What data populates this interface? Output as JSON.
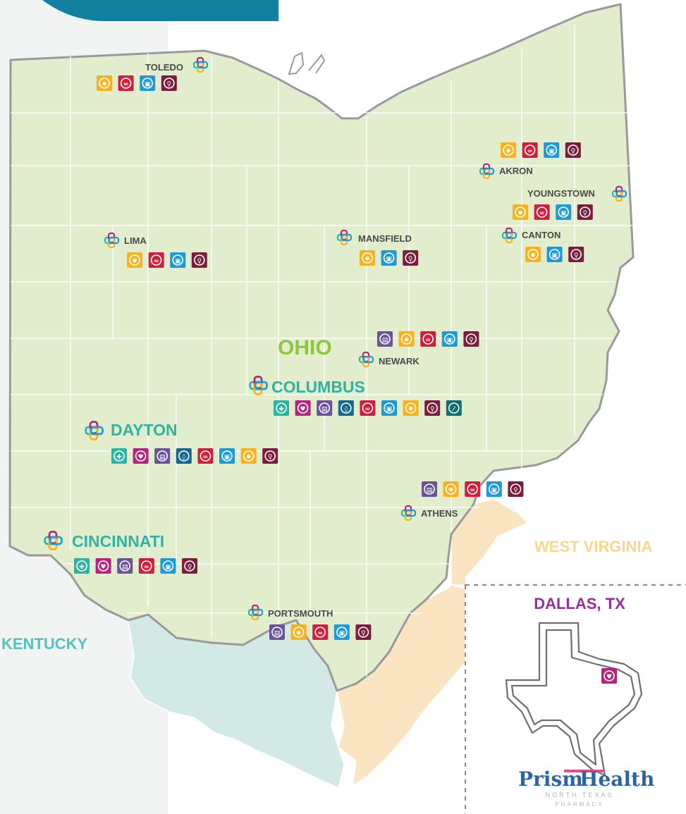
{
  "colors": {
    "ohio_fill": "#e2edcd",
    "ohio_border": "#9a9a9a",
    "county_line": "#ffffff",
    "kentucky_fill": "#d3e9e6",
    "wv_fill": "#fae4c2",
    "left_band": "#f1f4f3",
    "top_banner": "#11809e",
    "ohio_label": "#8dc63f",
    "kentucky_label": "#56c2bd",
    "wv_label": "#fcd58f",
    "dallas_label": "#9c2aa0",
    "city_major": "#2fb3a3",
    "city_minor": "#4a4a4a"
  },
  "service_colors": {
    "primary_care": "#2cb5a0",
    "dental_heart": "#b5247e",
    "behavioral": "#6a5497",
    "dental": "#17678f",
    "hiv_ribbon": "#d01f3c",
    "records": "#1e9ad6",
    "wellness": "#f8b31c",
    "prep": "#7a1e3c",
    "pharmacy": "#0f6e6f"
  },
  "service_icons": {
    "primary_care": "plus-icon",
    "dental_heart": "heart-icon",
    "behavioral": "chat-icon",
    "dental": "tooth-icon",
    "hiv_ribbon": "ribbon-icon",
    "records": "document-icon",
    "wellness": "wellness-icon",
    "prep": "prep-icon",
    "pharmacy": "pill-icon"
  },
  "region_labels": {
    "ohio": "OHIO",
    "kentucky": "KENTUCKY",
    "west_virginia": "WEST VIRGINIA",
    "dallas": "DALLAS, TX"
  },
  "cities": [
    {
      "id": "toledo",
      "name": "TOLEDO",
      "major": false,
      "services": [
        "wellness",
        "hiv_ribbon",
        "records",
        "prep"
      ]
    },
    {
      "id": "akron",
      "name": "AKRON",
      "major": false,
      "services": [
        "wellness",
        "hiv_ribbon",
        "records",
        "prep"
      ]
    },
    {
      "id": "youngstown",
      "name": "YOUNGSTOWN",
      "major": false,
      "services": [
        "wellness",
        "hiv_ribbon",
        "records",
        "prep"
      ]
    },
    {
      "id": "canton",
      "name": "CANTON",
      "major": false,
      "services": [
        "wellness",
        "records",
        "prep"
      ]
    },
    {
      "id": "lima",
      "name": "LIMA",
      "major": false,
      "services": [
        "wellness",
        "hiv_ribbon",
        "records",
        "prep"
      ]
    },
    {
      "id": "mansfield",
      "name": "MANSFIELD",
      "major": false,
      "services": [
        "wellness",
        "records",
        "prep"
      ]
    },
    {
      "id": "newark",
      "name": "NEWARK",
      "major": false,
      "services": [
        "behavioral",
        "wellness",
        "hiv_ribbon",
        "records",
        "prep"
      ]
    },
    {
      "id": "columbus",
      "name": "COLUMBUS",
      "major": true,
      "services": [
        "primary_care",
        "dental_heart",
        "behavioral",
        "dental",
        "hiv_ribbon",
        "records",
        "wellness",
        "prep",
        "pharmacy"
      ]
    },
    {
      "id": "dayton",
      "name": "DAYTON",
      "major": true,
      "services": [
        "primary_care",
        "dental_heart",
        "behavioral",
        "dental",
        "hiv_ribbon",
        "records",
        "wellness",
        "prep"
      ]
    },
    {
      "id": "athens",
      "name": "ATHENS",
      "major": false,
      "services": [
        "behavioral",
        "wellness",
        "hiv_ribbon",
        "records",
        "prep"
      ]
    },
    {
      "id": "cincinnati",
      "name": "CINCINNATI",
      "major": true,
      "services": [
        "primary_care",
        "dental_heart",
        "behavioral",
        "hiv_ribbon",
        "records",
        "prep"
      ]
    },
    {
      "id": "portsmouth",
      "name": "PORTSMOUTH",
      "major": false,
      "services": [
        "behavioral",
        "wellness",
        "hiv_ribbon",
        "records",
        "prep"
      ]
    }
  ],
  "dallas": {
    "services": [
      "dental_heart"
    ]
  },
  "brand": {
    "name_prism": "Prism",
    "name_health": "Health",
    "line1": "NORTH TEXAS",
    "line2": "PHARMACY"
  }
}
